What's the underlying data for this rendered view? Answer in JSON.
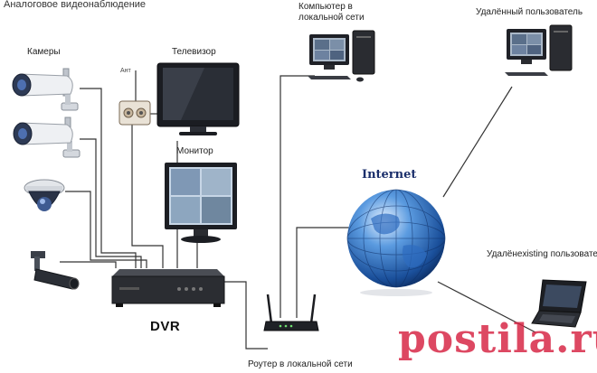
{
  "header": {
    "title": "Аналоговое видеонаблюдение"
  },
  "labels": {
    "cameras": "Камеры",
    "antenna": "Ант",
    "tv": "Телевизор",
    "monitor": "Монитор",
    "dvr": "DVR",
    "local_pc_line1": "Компьютер в",
    "local_pc_line2": "локальной сети",
    "remote_user_top": "Удалённый пользователь",
    "internet": "Internet",
    "remote_user_laptop": "Удалёнexisting пользователь",
    "router": "Роутер в локальной сети"
  },
  "watermark": {
    "text": "postila.ru"
  },
  "colors": {
    "wire": "#333333",
    "globe": "#1d5fb0",
    "watermark": "#d62040"
  },
  "icons": [
    "bullet-camera-icon",
    "dome-camera-icon",
    "tv-icon",
    "monitor-icon",
    "dvr-icon",
    "desktop-pc-icon",
    "globe-icon",
    "laptop-icon",
    "router-icon",
    "antenna-splitter-icon"
  ]
}
